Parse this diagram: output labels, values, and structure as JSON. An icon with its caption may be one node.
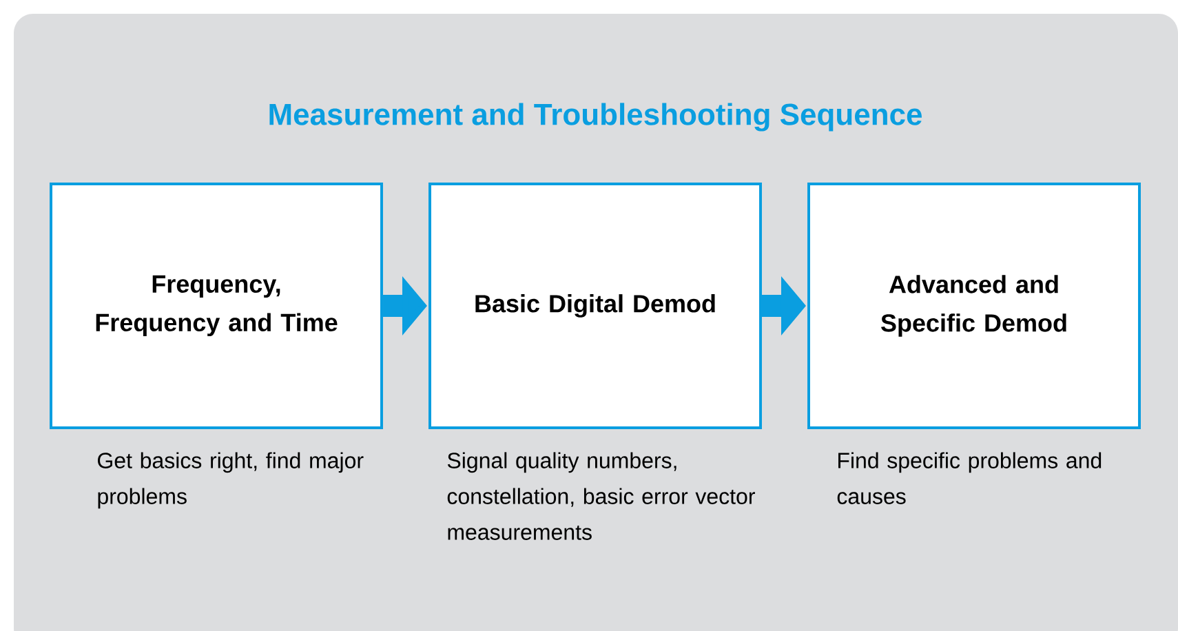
{
  "diagram": {
    "title": "Measurement and Troubleshooting Sequence",
    "nodes": [
      {
        "text": [
          "Frequency, Frequency and Time"
        ],
        "beside": [
          "Get basics right, find major problems"
        ]
      },
      {
        "text": [
          "Basic Digital Demod"
        ],
        "beside": [
          "Signal quality numbers, constellation, basic error vector measurements"
        ]
      },
      {
        "text": [
          "Advanced and Specific Demod"
        ],
        "beside": [
          "Find specific problems and causes"
        ]
      }
    ],
    "edges": [
      {
        "from": 0,
        "to": 1,
        "arrow": "to"
      },
      {
        "from": 1,
        "to": 2,
        "arrow": "to"
      }
    ]
  }
}
